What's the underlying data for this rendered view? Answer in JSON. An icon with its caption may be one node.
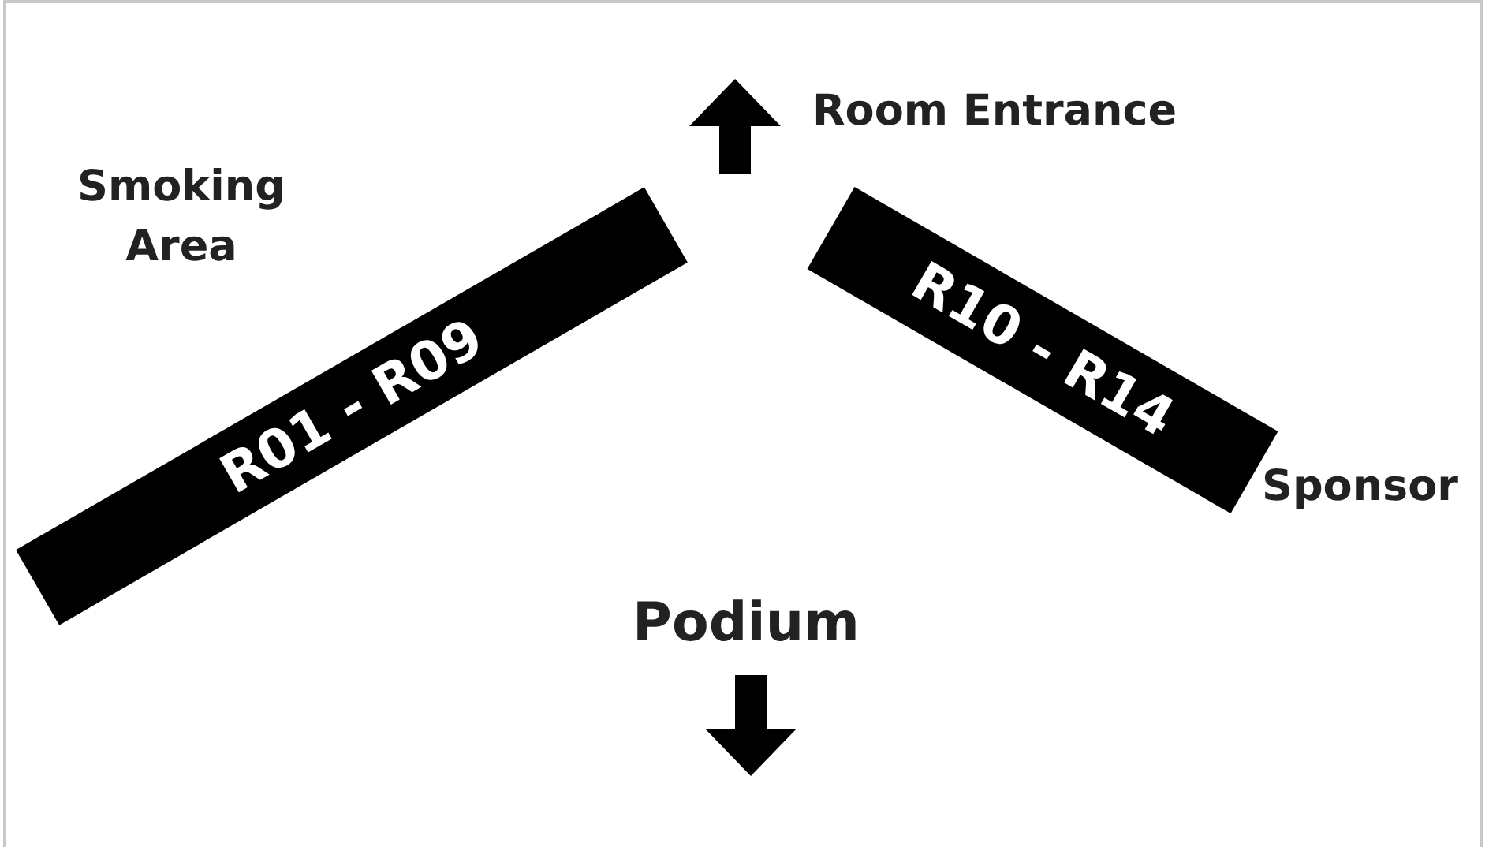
{
  "diagram": {
    "nodes": [
      {
        "text": [
          "R01 - R09"
        ]
      },
      {
        "text": [
          "R10 - R14"
        ]
      }
    ],
    "labels": [
      "Room Entrance",
      "Smoking Area",
      "Sponsor",
      "Podium"
    ]
  }
}
